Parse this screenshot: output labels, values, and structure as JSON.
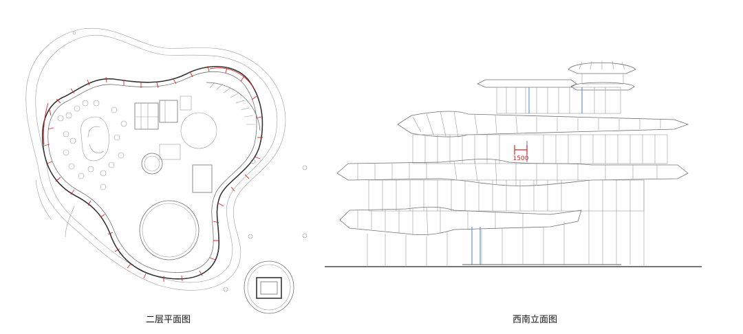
{
  "plan": {
    "caption": "二层平面图"
  },
  "elevation": {
    "caption": "西南立面图",
    "dimension_label": "1500",
    "dimension_color": "#e02020"
  },
  "colors": {
    "line": "#9a9a9a",
    "wall": "#333333",
    "dimension": "#e02020",
    "glazing": "#4a7fd0"
  }
}
